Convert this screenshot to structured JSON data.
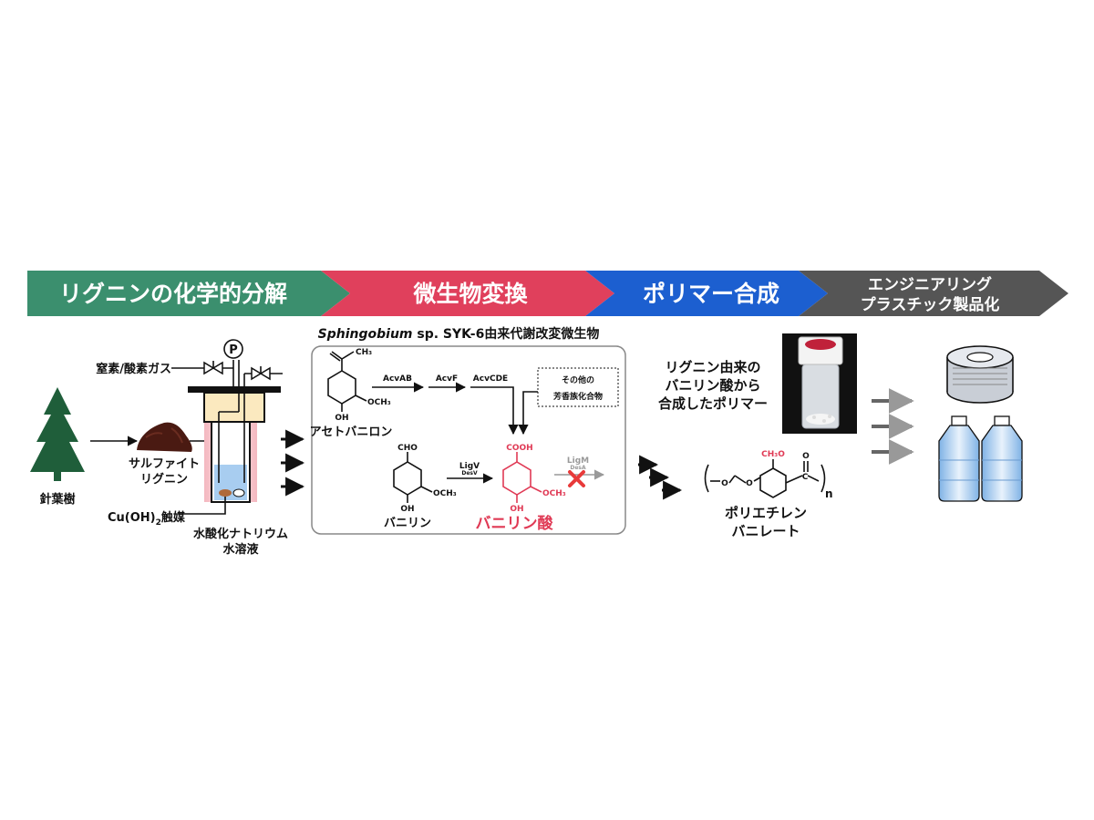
{
  "banner": {
    "stages": [
      {
        "label": "リグニンの化学的分解",
        "color": "#3b8f6e"
      },
      {
        "label": "微生物変換",
        "color": "#e0405c"
      },
      {
        "label": "ポリマー合成",
        "color": "#1c5fd0"
      },
      {
        "label_line1": "エンジニアリング",
        "label_line2": "プラスチック製品化",
        "color": "#555555"
      }
    ]
  },
  "feedstock": {
    "tree_label": "針葉樹",
    "lignin_label_line1": "サルファイト",
    "lignin_label_line2": "リグニン"
  },
  "reactor": {
    "gas_label": "窒素/酸素ガス",
    "gauge_symbol": "P",
    "catalyst_label": "Cu(OH)",
    "catalyst_sub": "2",
    "catalyst_suffix": "触媒",
    "solution_label_line1": "水酸化ナトリウム",
    "solution_label_line2": "水溶液"
  },
  "microbe": {
    "title_italic": "Sphingobium",
    "title_rest": " sp. SYK-6由来代謝改変微生物",
    "acetovanillone": "アセトバニロン",
    "vanillin": "バニリン",
    "vanillic_acid": "バニリン酸",
    "other_line1": "その他の",
    "other_line2": "芳香族化合物",
    "enzymes": {
      "acvab": "AcvAB",
      "acvf": "AcvF",
      "acvcde": "AcvCDE",
      "ligv": "LigV",
      "desv": "DesV",
      "ligm": "LigM",
      "desa": "DesA"
    },
    "groups": {
      "ch3": "CH₃",
      "och3": "OCH₃",
      "oh": "OH",
      "cho": "CHO",
      "cooh": "COOH"
    }
  },
  "polymer": {
    "photo_label_line1": "リグニン由来の",
    "photo_label_line2": "バニリン酸から",
    "photo_label_line3": "合成したポリマー",
    "name_line1": "ポリエチレン",
    "name_line2": "バニレート",
    "subscript_n": "n",
    "group_och3": "CH₃O",
    "atom_o": "O",
    "atom_c": "C"
  },
  "colors": {
    "red_accent": "#e03a55",
    "tree_green": "#1f5e3a",
    "lignin_brown": "#4a1a12",
    "arrow_gray": "#666666",
    "product_blue": "#9ec4ea"
  }
}
